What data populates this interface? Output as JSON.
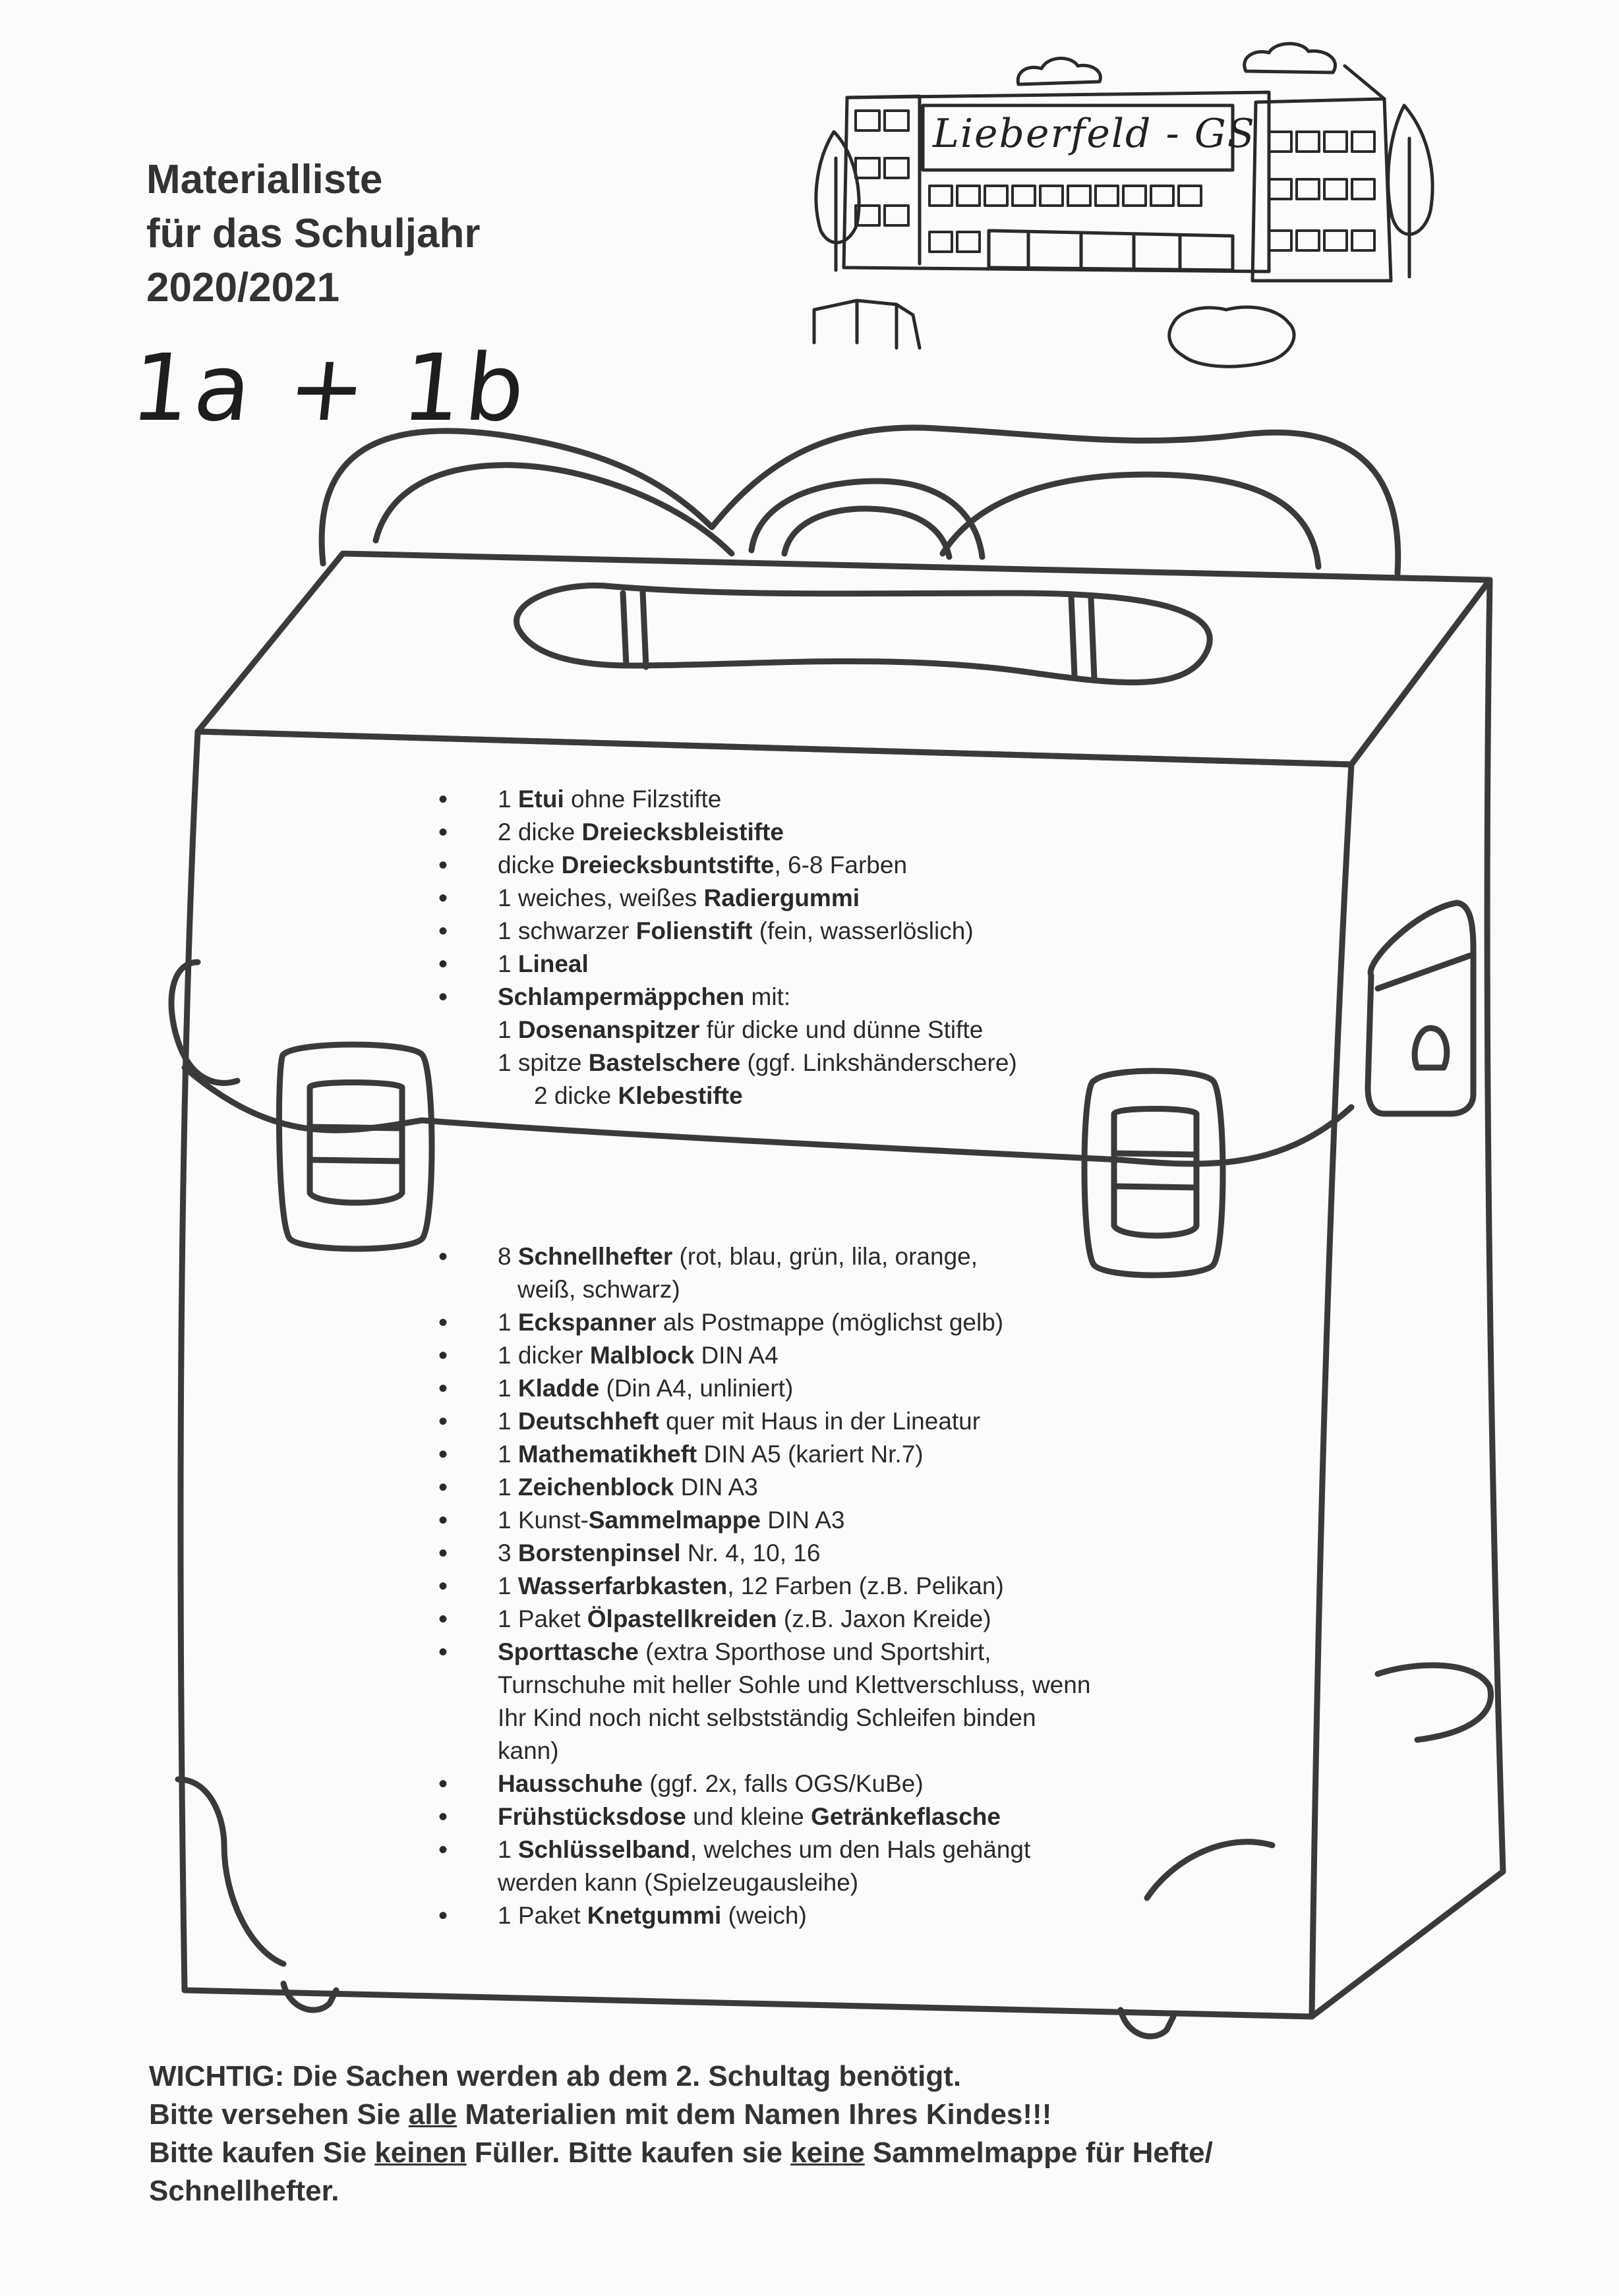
{
  "title": {
    "line1": "Materialliste",
    "line2": "für das Schuljahr",
    "line3": "2020/2021"
  },
  "klasse": "1a + 1b",
  "school": {
    "name": "Lieberfeld - GS"
  },
  "list1": [
    {
      "pre": "1 ",
      "bold": "Etui",
      "post": " ohne Filzstifte"
    },
    {
      "pre": "2 dicke ",
      "bold": "Dreiecksbleistifte",
      "post": ""
    },
    {
      "pre": "dicke ",
      "bold": "Dreiecksbuntstifte",
      "post": ", 6-8 Farben"
    },
    {
      "pre": "1 weiches, weißes ",
      "bold": "Radiergummi",
      "post": ""
    },
    {
      "pre": "1 schwarzer ",
      "bold": "Folienstift",
      "post": " (fein, wasserlöslich)"
    },
    {
      "pre": "1 ",
      "bold": "Lineal",
      "post": ""
    },
    {
      "pre": "",
      "bold": "Schlampermäppchen",
      "post": " mit:"
    }
  ],
  "list1_sub": [
    {
      "pre": "1 ",
      "bold": "Dosenanspitzer",
      "post": " für dicke und dünne Stifte"
    },
    {
      "pre": "1 spitze ",
      "bold": "Bastelschere",
      "post": " (ggf. Linkshänderschere)"
    },
    {
      "pre": "2 dicke ",
      "bold": "Klebestifte",
      "post": ""
    }
  ],
  "list2": [
    {
      "pre": "8 ",
      "bold": "Schnellhefter",
      "post": " (rot, blau, grün, lila, orange,",
      "cont": [
        "weiß, schwarz)"
      ]
    },
    {
      "pre": "1 ",
      "bold": "Eckspanner",
      "post": " als Postmappe (möglichst gelb)"
    },
    {
      "pre": "1 dicker ",
      "bold": "Malblock",
      "post": " DIN A4"
    },
    {
      "pre": "1 ",
      "bold": "Kladde",
      "post": " (Din A4, unliniert)"
    },
    {
      "pre": "1 ",
      "bold": "Deutschheft",
      "post": " quer mit Haus in der Lineatur"
    },
    {
      "pre": "1 ",
      "bold": "Mathematikheft",
      "post": " DIN A5 (kariert Nr.7)"
    },
    {
      "pre": "1 ",
      "bold": "Zeichenblock",
      "post": " DIN A3"
    },
    {
      "pre": "1 Kunst-",
      "bold": "Sammelmappe",
      "post": " DIN A3"
    },
    {
      "pre": "3 ",
      "bold": "Borstenpinsel",
      "post": " Nr. 4, 10, 16"
    },
    {
      "pre": "1 ",
      "bold": "Wasserfarbkasten",
      "post": ", 12 Farben (z.B. Pelikan)"
    },
    {
      "pre": "1 Paket ",
      "bold": "Ölpastellkreiden",
      "post": " (z.B. Jaxon Kreide)"
    },
    {
      "pre": "",
      "bold": "Sporttasche",
      "post": " (extra Sporthose und Sportshirt,",
      "cont": [
        "Turnschuhe mit heller Sohle und Klettverschluss, wenn",
        "Ihr Kind noch nicht selbstständig Schleifen binden",
        "kann)"
      ]
    },
    {
      "pre": "",
      "bold": "Hausschuhe",
      "post": " (ggf. 2x, falls OGS/KuBe)"
    },
    {
      "pre": "",
      "bold": "Frühstücksdose",
      "post": " und kleine ",
      "bold2": "Getränkeflasche"
    },
    {
      "pre": "1 ",
      "bold": "Schlüsselband",
      "post": ", welches um den Hals gehängt",
      "cont": [
        "werden kann (Spielzeugausleihe)"
      ]
    },
    {
      "pre": "1 Paket ",
      "bold": "Knetgummi",
      "post": " (weich)"
    }
  ],
  "notice": {
    "line1": "WICHTIG: Die Sachen werden ab dem 2. Schultag benötigt.",
    "line2_a": "Bitte versehen Sie ",
    "line2_u": "alle",
    "line2_b": " Materialien mit dem Namen Ihres Kindes!!!",
    "line3_a": "Bitte kaufen Sie ",
    "line3_u1": "keinen",
    "line3_b": " Füller. Bitte kaufen sie ",
    "line3_u2": "keine",
    "line3_c": " Sammelmappe für Hefte/",
    "line4": "Schnellhefter."
  }
}
